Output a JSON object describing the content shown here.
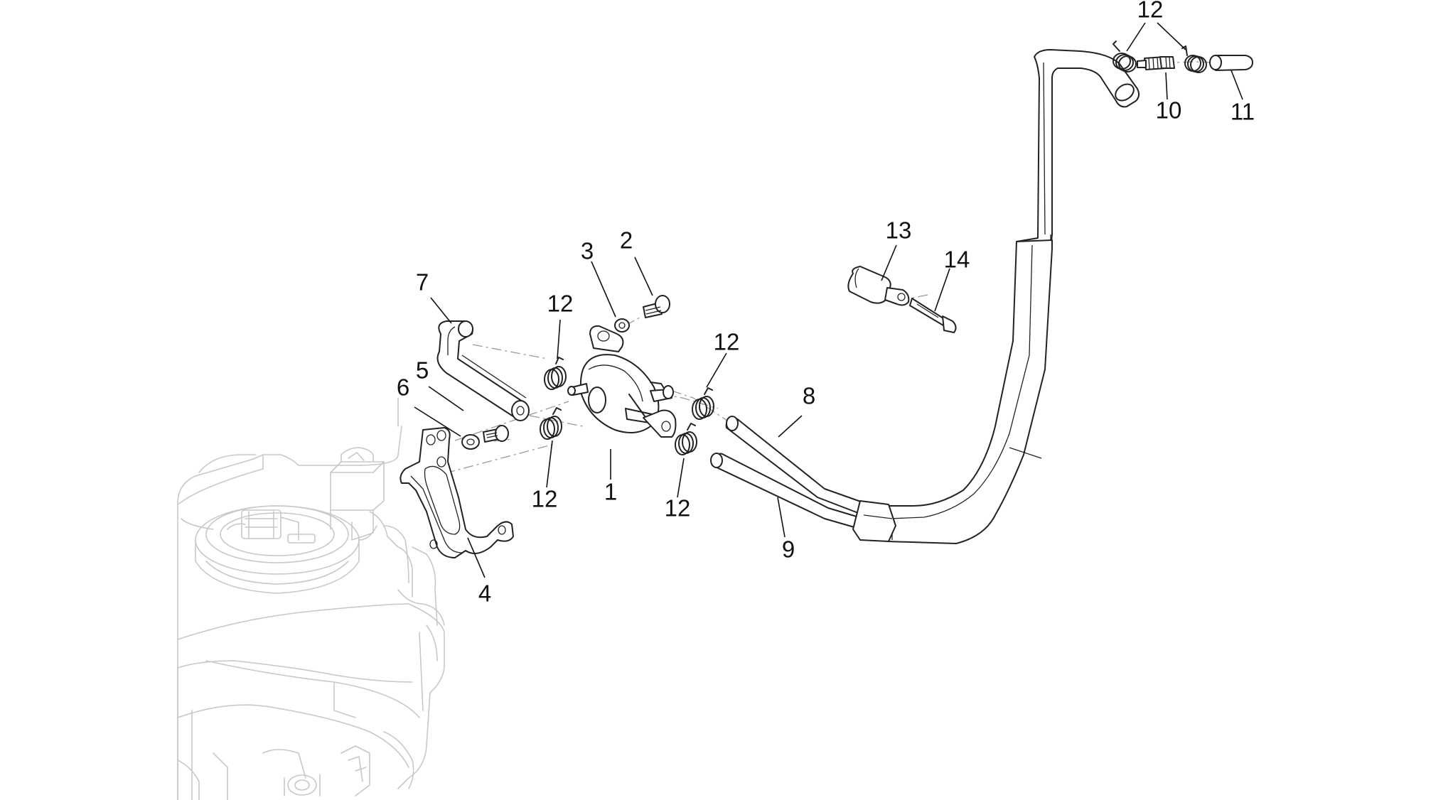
{
  "diagram": {
    "parts": [
      {
        "id": "p1",
        "number": "1"
      },
      {
        "id": "p2",
        "number": "2"
      },
      {
        "id": "p3",
        "number": "3"
      },
      {
        "id": "p4",
        "number": "4"
      },
      {
        "id": "p5",
        "number": "5"
      },
      {
        "id": "p6",
        "number": "6"
      },
      {
        "id": "p7",
        "number": "7"
      },
      {
        "id": "p8",
        "number": "8"
      },
      {
        "id": "p9",
        "number": "9"
      },
      {
        "id": "p10",
        "number": "10"
      },
      {
        "id": "p11",
        "number": "11"
      },
      {
        "id": "p12",
        "number": "12"
      },
      {
        "id": "p13",
        "number": "13"
      },
      {
        "id": "p14",
        "number": "14"
      }
    ],
    "callouts": [
      {
        "part": "1",
        "text": "1"
      },
      {
        "part": "2",
        "text": "2"
      },
      {
        "part": "3",
        "text": "3"
      },
      {
        "part": "4",
        "text": "4"
      },
      {
        "part": "5",
        "text": "5"
      },
      {
        "part": "6",
        "text": "6"
      },
      {
        "part": "7",
        "text": "7"
      },
      {
        "part": "8",
        "text": "8"
      },
      {
        "part": "9",
        "text": "9"
      },
      {
        "part": "10",
        "text": "10"
      },
      {
        "part": "11",
        "text": "11"
      },
      {
        "part": "12",
        "text": "12"
      },
      {
        "part": "12",
        "text": "12"
      },
      {
        "part": "12",
        "text": "12"
      },
      {
        "part": "12",
        "text": "12"
      },
      {
        "part": "12",
        "text": "12"
      },
      {
        "part": "12",
        "text": "12"
      },
      {
        "part": "13",
        "text": "13"
      },
      {
        "part": "14",
        "text": "14"
      }
    ]
  }
}
